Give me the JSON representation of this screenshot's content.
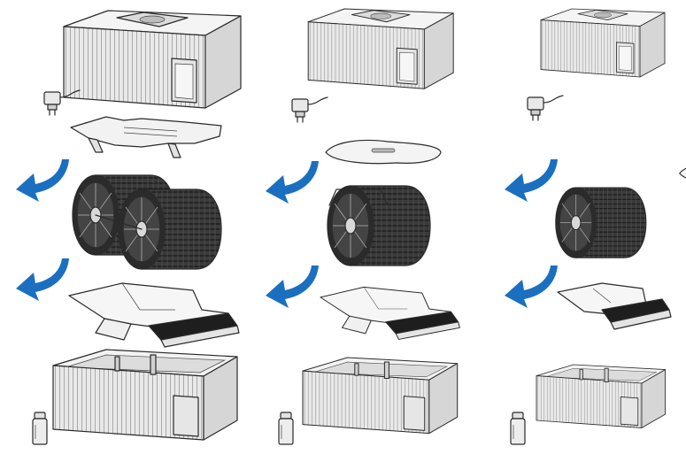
{
  "figure": {
    "columns": [
      {
        "id": "large",
        "scale": 1.0,
        "drums": 2
      },
      {
        "id": "medium",
        "scale": 0.82,
        "drums": 1
      },
      {
        "id": "small",
        "scale": 0.7,
        "drums": 1
      }
    ],
    "colors": {
      "arrow": "#1b6fc0",
      "outline": "#2a2a2a",
      "light_face": "#f4f4f4",
      "front_face": "#e6e6e6",
      "side_face": "#d6d6d6",
      "dark_part": "#1e1e1e"
    },
    "parts": [
      "top-cover-unit",
      "power-adapter",
      "float-lid",
      "humidifier-drum",
      "drum-tray",
      "water-base-tank",
      "additive-bottle"
    ],
    "icons": [
      "removal-arrow-icon"
    ]
  }
}
